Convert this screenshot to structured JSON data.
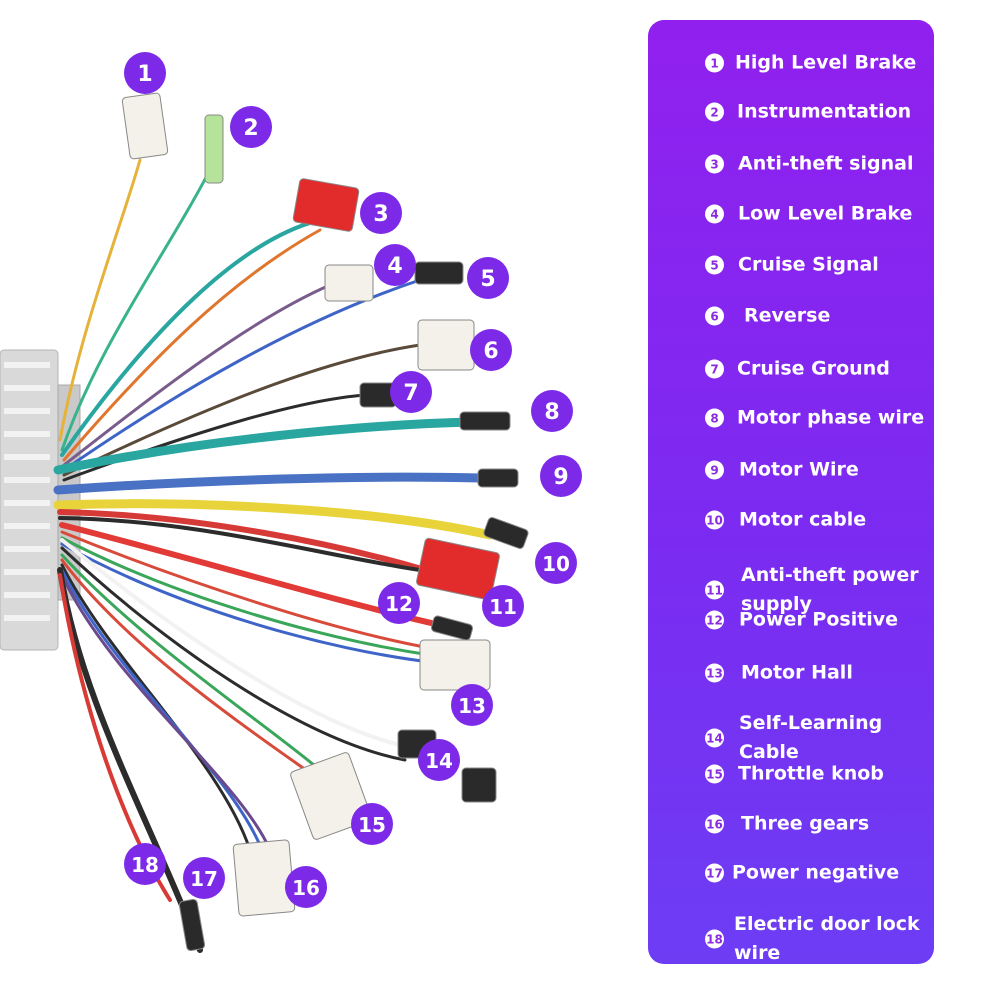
{
  "colors": {
    "panel": "#8a2be2",
    "callout": "#7c2ae8",
    "callout_text": "#ffffff",
    "controller_body": "#dcdcdc"
  },
  "callouts": [
    "1",
    "2",
    "3",
    "4",
    "5",
    "6",
    "7",
    "8",
    "9",
    "10",
    "11",
    "12",
    "13",
    "14",
    "15",
    "16",
    "17",
    "18"
  ],
  "legend": [
    {
      "num": "1",
      "label": "High Level Brake"
    },
    {
      "num": "2",
      "label": "Instrumentation"
    },
    {
      "num": "3",
      "label": "Anti-theft signal"
    },
    {
      "num": "4",
      "label": "Low Level Brake"
    },
    {
      "num": "5",
      "label": "Cruise Signal"
    },
    {
      "num": "6",
      "label": "Reverse"
    },
    {
      "num": "7",
      "label": "Cruise Ground"
    },
    {
      "num": "8",
      "label": "Motor phase wire"
    },
    {
      "num": "9",
      "label": "Motor Wire"
    },
    {
      "num": "10",
      "label": "Motor cable"
    },
    {
      "num": "11",
      "label": "Anti-theft power supply"
    },
    {
      "num": "12",
      "label": "Power Positive"
    },
    {
      "num": "13",
      "label": "Motor Hall"
    },
    {
      "num": "14",
      "label": "Self-Learning Cable"
    },
    {
      "num": "15",
      "label": "Throttle knob"
    },
    {
      "num": "16",
      "label": "Three gears"
    },
    {
      "num": "17",
      "label": "Power negative"
    },
    {
      "num": "18",
      "label": "Electric door lock wire"
    }
  ]
}
